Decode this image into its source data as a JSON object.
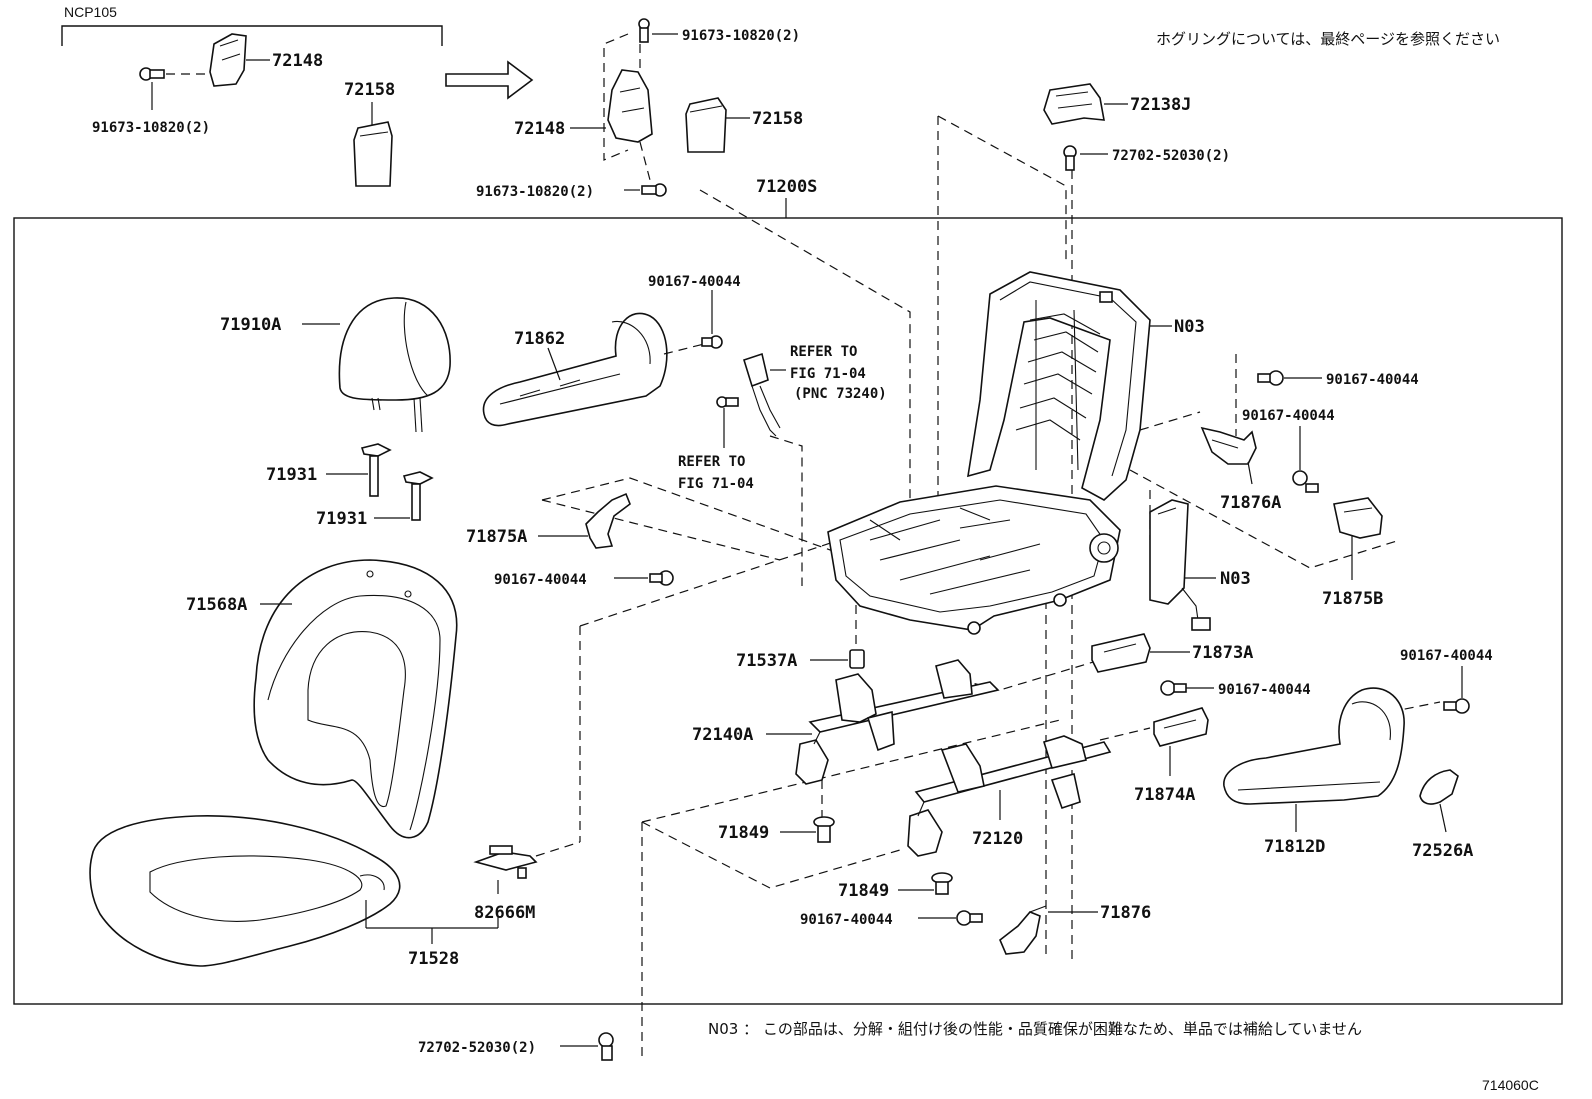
{
  "model_code": "NCP105",
  "note_top": "ホグリングについては、最終ページを参照ください",
  "note_bottom": "N03 ： この部品は、分解・組付け後の性能・品質確保が困難なため、単品では補給していません",
  "figure_code": "714060C",
  "assembly_label": "71200S",
  "refer_1": [
    "REFER TO",
    "FIG 71-04",
    "(PNC 73240)"
  ],
  "refer_2": [
    "REFER TO",
    "FIG 71-04"
  ],
  "parts": {
    "p72148_a": "72148",
    "p91673_a": "91673-10820(2)",
    "p72158_a": "72158",
    "p91673_b": "91673-10820(2)",
    "p72148_b": "72148",
    "p72158_b": "72158",
    "p91673_c": "91673-10820(2)",
    "p72138j": "72138J",
    "p72702_a": "72702-52030(2)",
    "p71910a": "71910A",
    "p71862": "71862",
    "p90167_a": "90167-40044",
    "n03_a": "N03",
    "p90167_b": "90167-40044",
    "p90167_c": "90167-40044",
    "p71876a": "71876A",
    "p71931_a": "71931",
    "p71931_b": "71931",
    "p71875a": "71875A",
    "p90167_d": "90167-40044",
    "n03_b": "N03",
    "p71875b": "71875B",
    "p71568a": "71568A",
    "p71537a": "71537A",
    "p71873a": "71873A",
    "p90167_e": "90167-40044",
    "p90167_f": "90167-40044",
    "p72140a": "72140A",
    "p71874a": "71874A",
    "p71849_a": "71849",
    "p72120": "72120",
    "p71812d": "71812D",
    "p72526a": "72526A",
    "p82666m": "82666M",
    "p71849_b": "71849",
    "p90167_g": "90167-40044",
    "p71876": "71876",
    "p71528": "71528",
    "p72702_b": "72702-52030(2)"
  }
}
